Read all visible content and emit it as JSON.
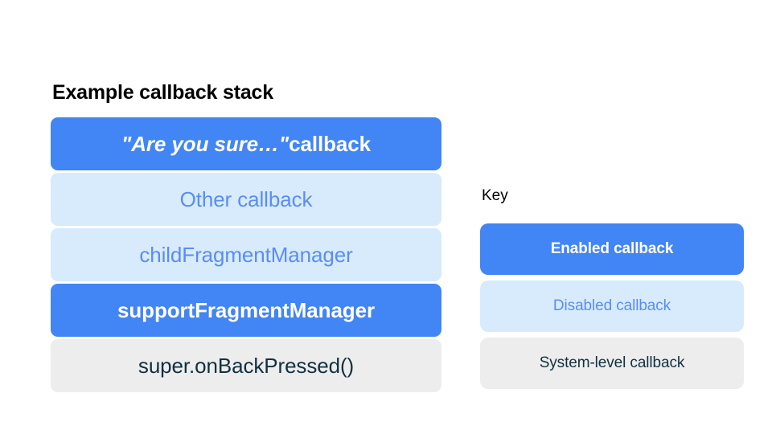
{
  "stack": {
    "title": "Example callback stack",
    "items": [
      {
        "label": "\"Are you sure…\" callback",
        "label_italic_part": "\"Are you sure…\"",
        "label_plain_part": " callback",
        "state": "enabled"
      },
      {
        "label": "Other callback",
        "state": "disabled"
      },
      {
        "label": "childFragmentManager",
        "state": "disabled"
      },
      {
        "label": "supportFragmentManager",
        "state": "enabled"
      },
      {
        "label": "super.onBackPressed()",
        "state": "system"
      }
    ]
  },
  "key": {
    "title": "Key",
    "items": [
      {
        "label": "Enabled callback",
        "state": "enabled"
      },
      {
        "label": "Disabled callback",
        "state": "disabled"
      },
      {
        "label": "System-level callback",
        "state": "system"
      }
    ]
  },
  "colors": {
    "enabled_bg": "#4285f4",
    "enabled_text": "#ffffff",
    "disabled_bg": "#d7ebfd",
    "disabled_text": "#5a8df4",
    "system_bg": "#ededed",
    "system_text": "#11303f",
    "page_bg": "#ffffff",
    "title_text": "#000000"
  }
}
